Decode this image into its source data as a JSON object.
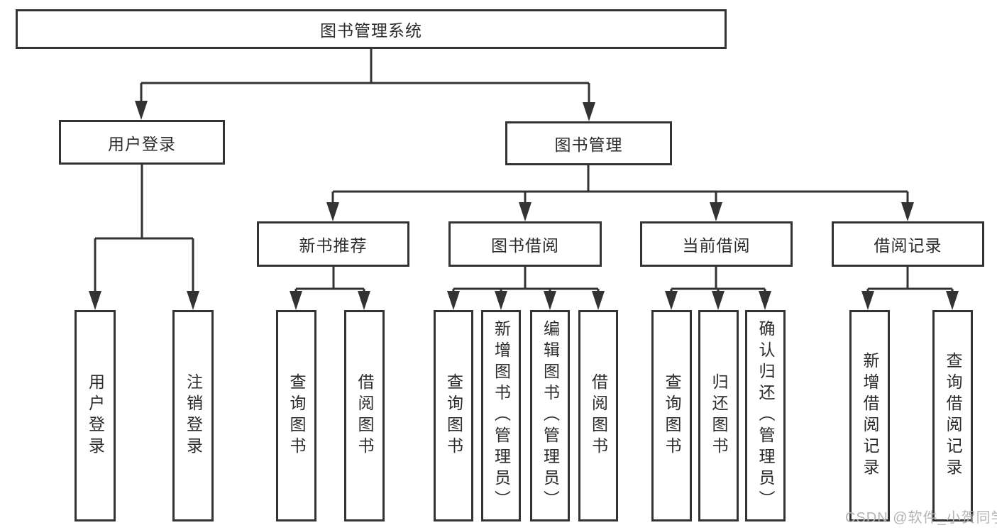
{
  "diagram": {
    "type": "hierarchy-tree",
    "colors": {
      "line": "#333333",
      "box_border": "#333333",
      "text": "#2b2b2b",
      "background": "#ffffff",
      "watermark": "#b5b5b5"
    },
    "tree": {
      "label": "图书管理系统",
      "children": [
        {
          "label": "用户登录",
          "children": [
            {
              "label": "用户登录"
            },
            {
              "label": "注销登录"
            }
          ]
        },
        {
          "label": "图书管理",
          "children": [
            {
              "label": "新书推荐",
              "children": [
                {
                  "label": "查询图书"
                },
                {
                  "label": "借阅图书"
                }
              ]
            },
            {
              "label": "图书借阅",
              "children": [
                {
                  "label": "查询图书"
                },
                {
                  "label": "新增图书（管理员）"
                },
                {
                  "label": "编辑图书（管理员）"
                },
                {
                  "label": "借阅图书"
                }
              ]
            },
            {
              "label": "当前借阅",
              "children": [
                {
                  "label": "查询图书"
                },
                {
                  "label": "归还图书"
                },
                {
                  "label": "确认归还（管理员）"
                }
              ]
            },
            {
              "label": "借阅记录",
              "children": [
                {
                  "label": "新增借阅记录"
                },
                {
                  "label": "查询借阅记录"
                }
              ]
            }
          ]
        }
      ]
    },
    "watermark": {
      "text": "CSDN @软件_小贺同学"
    }
  }
}
